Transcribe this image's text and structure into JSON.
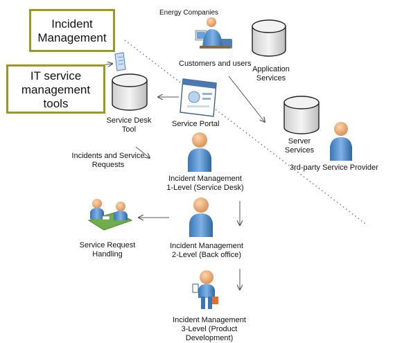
{
  "colors": {
    "callout_border": "#9a9a22",
    "person_fill": "#5b9bd5",
    "head_fill": "#f0b47a",
    "cylinder_fill": "#e8e8e8",
    "arrow": "#555555"
  },
  "callouts": {
    "incident_mgmt": [
      "Incident",
      "Management"
    ],
    "it_tools": [
      "IT service",
      "management",
      "tools"
    ]
  },
  "labels": {
    "energy": "Energy Companies",
    "customers": "Customers and users",
    "app_services": [
      "Application",
      "Services"
    ],
    "service_desk_tool": [
      "Service Desk",
      "Tool"
    ],
    "service_portal": "Service Portal",
    "server_services": [
      "Server",
      "Services"
    ],
    "third_party": "3rd-party Service Provider",
    "incidents_requests": [
      "Incidents and Service",
      "Requests"
    ],
    "level1": [
      "Incident Management",
      "1-Level (Service Desk)"
    ],
    "level2": [
      "Incident Management",
      "2-Level (Back office)"
    ],
    "level3": [
      "Incident Management",
      "3-Level (Product",
      "Development)"
    ],
    "service_request": [
      "Service Request",
      "Handling"
    ]
  },
  "icons": {
    "customers": "person-at-computer-icon",
    "app_services": "database-cylinder-icon",
    "service_desk_tool": "database-cylinder-icon",
    "server_services": "database-cylinder-icon",
    "service_portal": "web-page-icon",
    "document": "document-icon",
    "third_party": "person-icon",
    "level1": "person-icon",
    "level2": "person-icon",
    "level3": "person-with-clipboard-icon",
    "service_request": "meeting-at-table-icon"
  }
}
